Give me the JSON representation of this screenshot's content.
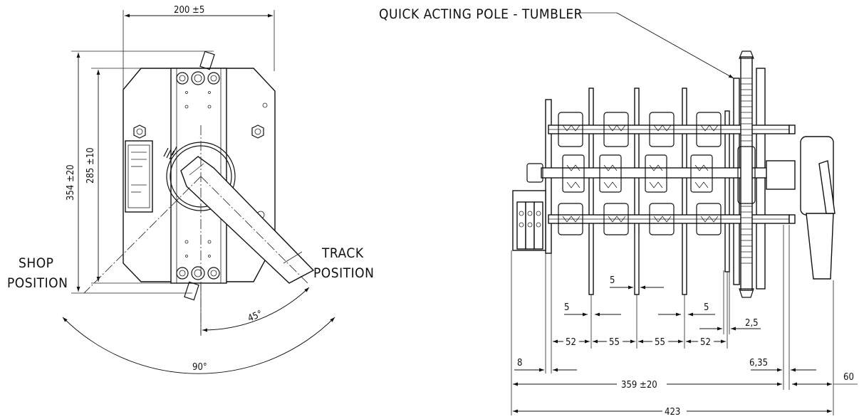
{
  "front_view": {
    "dim_width": "200 ±5",
    "dim_height_outer": "354 ±20",
    "dim_height_inner": "285 ±10",
    "shop_line1": "SHOP",
    "shop_line2": "POSITION",
    "track_line1": "TRACK",
    "track_line2": "POSITION",
    "angle_half": "45°",
    "angle_full": "90°"
  },
  "side_view": {
    "callout": "QUICK ACTING POLE - TUMBLER",
    "dim_gap_top": "5",
    "dim_gap_left": "5",
    "dim_gap_right": "5",
    "dim_clearance": "2,5",
    "dim_pitch_1": "52",
    "dim_pitch_2": "55",
    "dim_pitch_3": "55",
    "dim_pitch_4": "52",
    "dim_plate": "8",
    "dim_plate_right": "6,35",
    "dim_handle": "60",
    "dim_length": "359 ±20",
    "dim_overall": "423"
  }
}
